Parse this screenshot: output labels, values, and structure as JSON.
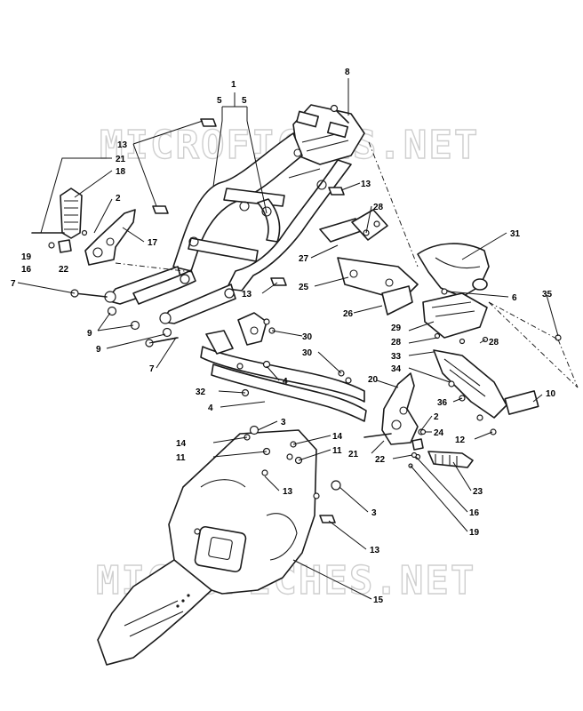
{
  "watermark": {
    "top": "MICROFICHES.NET",
    "bottom": "MICROFICHES.NET"
  },
  "colors": {
    "background": "#ffffff",
    "linework": "#1a1a1a",
    "watermark": "#cfcfcf"
  },
  "callouts": [
    {
      "id": "c1",
      "label": "1"
    },
    {
      "id": "c5a",
      "label": "5"
    },
    {
      "id": "c5b",
      "label": "5"
    },
    {
      "id": "c8",
      "label": "8"
    },
    {
      "id": "c13a",
      "label": "13"
    },
    {
      "id": "c21a",
      "label": "21"
    },
    {
      "id": "c18",
      "label": "18"
    },
    {
      "id": "c2a",
      "label": "2"
    },
    {
      "id": "c17",
      "label": "17"
    },
    {
      "id": "c19a",
      "label": "19"
    },
    {
      "id": "c16a",
      "label": "16"
    },
    {
      "id": "c22a",
      "label": "22"
    },
    {
      "id": "c13b",
      "label": "13"
    },
    {
      "id": "c28a",
      "label": "28"
    },
    {
      "id": "c31",
      "label": "31"
    },
    {
      "id": "c27",
      "label": "27"
    },
    {
      "id": "c25",
      "label": "25"
    },
    {
      "id": "c6",
      "label": "6"
    },
    {
      "id": "c35",
      "label": "35"
    },
    {
      "id": "c7a",
      "label": "7"
    },
    {
      "id": "c13c",
      "label": "13"
    },
    {
      "id": "c26",
      "label": "26"
    },
    {
      "id": "c9a",
      "label": "9"
    },
    {
      "id": "c9b",
      "label": "9"
    },
    {
      "id": "c30a",
      "label": "30"
    },
    {
      "id": "c29",
      "label": "29"
    },
    {
      "id": "c28b",
      "label": "28"
    },
    {
      "id": "c28c",
      "label": "28"
    },
    {
      "id": "c33",
      "label": "33"
    },
    {
      "id": "c7b",
      "label": "7"
    },
    {
      "id": "c30b",
      "label": "30"
    },
    {
      "id": "c34",
      "label": "34"
    },
    {
      "id": "c4a",
      "label": "4"
    },
    {
      "id": "c32",
      "label": "32"
    },
    {
      "id": "c20",
      "label": "20"
    },
    {
      "id": "c10",
      "label": "10"
    },
    {
      "id": "c36",
      "label": "36"
    },
    {
      "id": "c4b",
      "label": "4"
    },
    {
      "id": "c3a",
      "label": "3"
    },
    {
      "id": "c2b",
      "label": "2"
    },
    {
      "id": "c24",
      "label": "24"
    },
    {
      "id": "c12",
      "label": "12"
    },
    {
      "id": "c14a",
      "label": "14"
    },
    {
      "id": "c14b",
      "label": "14"
    },
    {
      "id": "c11a",
      "label": "11"
    },
    {
      "id": "c11b",
      "label": "11"
    },
    {
      "id": "c21b",
      "label": "21"
    },
    {
      "id": "c22b",
      "label": "22"
    },
    {
      "id": "c13d",
      "label": "13"
    },
    {
      "id": "c23",
      "label": "23"
    },
    {
      "id": "c3b",
      "label": "3"
    },
    {
      "id": "c16b",
      "label": "16"
    },
    {
      "id": "c19b",
      "label": "19"
    },
    {
      "id": "c13e",
      "label": "13"
    },
    {
      "id": "c15",
      "label": "15"
    }
  ]
}
